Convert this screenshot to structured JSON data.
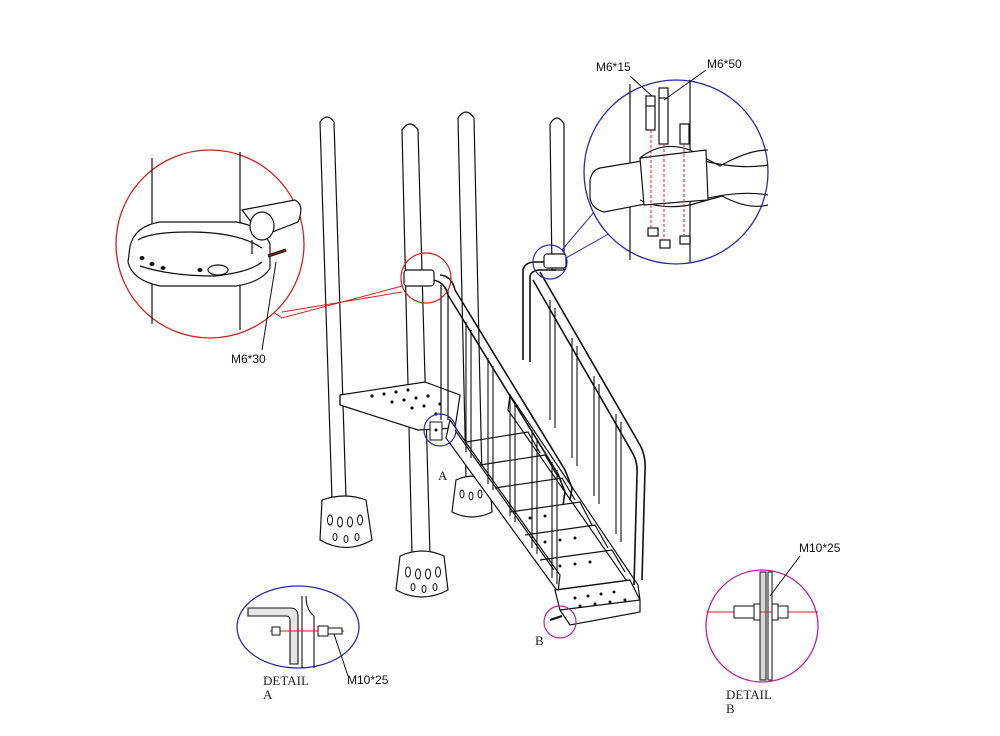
{
  "callouts": {
    "m6x15": "M6*15",
    "m6x50": "M6*50",
    "m6x30": "M6*30",
    "m10x25_a": "M10*25",
    "m10x25_b": "M10*25"
  },
  "markers": {
    "a": "A",
    "b": "B"
  },
  "details": {
    "a_line1": "DETAIL",
    "a_line2": "A",
    "b_line1": "DETAIL",
    "b_line2": "B"
  },
  "colors": {
    "line": "#111111",
    "red_callout": "#d42020",
    "blue_callout": "#2a2aa8",
    "magenta_callout": "#c0209a"
  }
}
